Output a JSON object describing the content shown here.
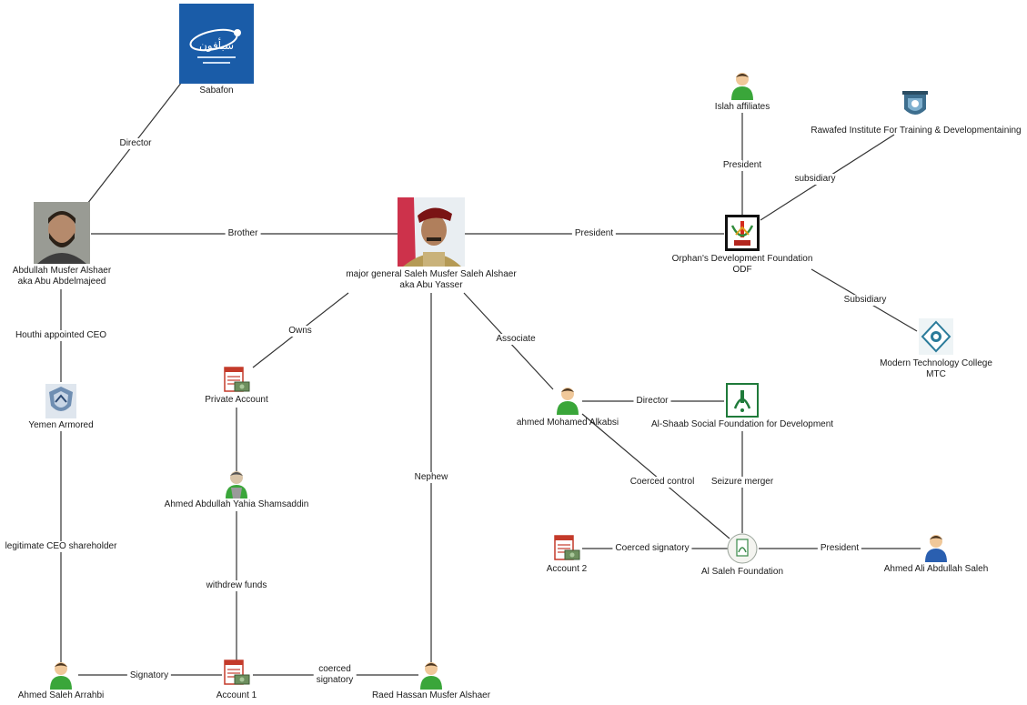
{
  "nodes": {
    "sabafon": {
      "label": "Sabafon",
      "logo_text": "سبأفون"
    },
    "abdullah": {
      "label_1": "Abdullah Musfer Alshaer",
      "label_2": "aka Abu Abdelmajeed"
    },
    "saleh": {
      "label_1": "major general Saleh Musfer Saleh Alshaer",
      "label_2": "aka Abu Yasser"
    },
    "odf": {
      "label_1": "Orphan's Development Foundation",
      "label_2": "ODF"
    },
    "islah": {
      "label": "Islah affiliates"
    },
    "rawafed": {
      "label": "Rawafed Institute For Training & Developmentaining"
    },
    "mtc": {
      "label_1": "Modern Technology College",
      "label_2": "MTC"
    },
    "yemen_armored": {
      "label": "Yemen Armored"
    },
    "private_account": {
      "label": "Private Account"
    },
    "ahmed_shamsaddin": {
      "label": "Ahmed Abdullah Yahia Shamsaddin"
    },
    "ahmed_alkabsi": {
      "label": "ahmed Mohamed Alkabsi"
    },
    "alshaab": {
      "label": "Al-Shaab Social Foundation for Development"
    },
    "account2": {
      "label": "Account 2"
    },
    "alsaleh": {
      "label": "Al Saleh Foundation"
    },
    "ahmed_ali": {
      "label": "Ahmed Ali Abdullah Saleh"
    },
    "ahmed_arrahbi": {
      "label": "Ahmed Saleh Arrahbi"
    },
    "account1": {
      "label": "Account 1"
    },
    "raed": {
      "label": "Raed Hassan Musfer Alshaer"
    }
  },
  "edges": {
    "director_sabafon": "Director",
    "brother": "Brother",
    "president_odf": "President",
    "president_islah": "President",
    "subsidiary_rawafed": "subsidiary",
    "subsidiary_mtc": "Subsidiary",
    "houthi_ceo": "Houthi appointed CEO",
    "owns": "Owns",
    "associate": "Associate",
    "nephew": "Nephew",
    "director_alshaab": "Director",
    "coerced_control": "Coerced control",
    "seizure_merger": "Seizure merger",
    "coerced_signatory_acc2": "Coerced signatory",
    "president_alsaleh": "President",
    "legit_ceo": "legitimate CEO shareholder",
    "withdrew": "withdrew funds",
    "signatory": "Signatory",
    "coerced_signatory_1": "coerced",
    "coerced_signatory_2": "signatory"
  },
  "colors": {
    "person_green": "#3aa63a",
    "person_blue": "#2a5fb0",
    "sabafon_blue": "#1a5ca8",
    "account_red": "#c43a2a"
  },
  "icons": {
    "person": "person-icon",
    "account": "account-ledger-icon",
    "logo": "organization-logo-icon"
  }
}
